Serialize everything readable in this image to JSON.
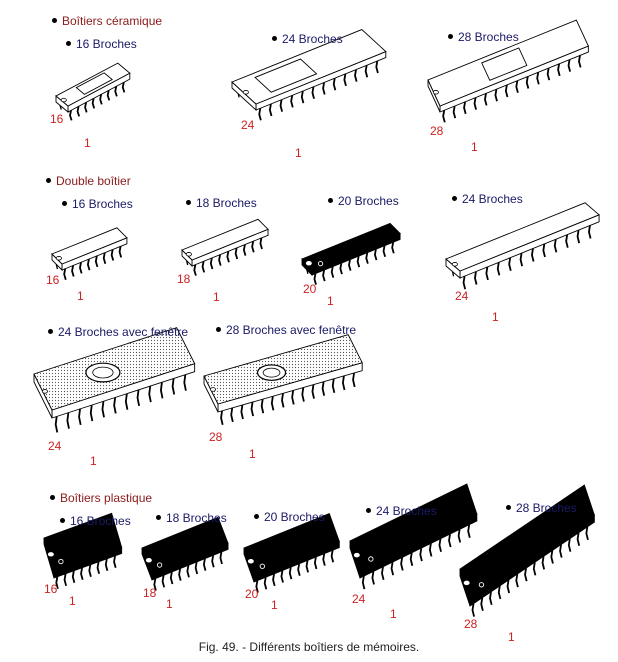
{
  "colors": {
    "heading": "#8b1a1a",
    "label": "#1a1a66",
    "pin_number": "#cc2222",
    "chip_outline": "#000000",
    "plastic": "#000000"
  },
  "sections": [
    {
      "heading": "Boîtiers céramique",
      "packages": [
        {
          "label": "16 Broches",
          "pin_high": "16",
          "pin_low": "1"
        },
        {
          "label": "24 Broches",
          "pin_high": "24",
          "pin_low": "1"
        },
        {
          "label": "28 Broches",
          "pin_high": "28",
          "pin_low": "1"
        }
      ]
    },
    {
      "heading": "Double boîtier",
      "packages": [
        {
          "label": "16 Broches",
          "pin_high": "16",
          "pin_low": "1"
        },
        {
          "label": "18 Broches",
          "pin_high": "18",
          "pin_low": "1"
        },
        {
          "label": "20 Broches",
          "pin_high": "20",
          "pin_low": "1"
        },
        {
          "label": "24 Broches",
          "pin_high": "24",
          "pin_low": "1"
        }
      ]
    },
    {
      "heading": "",
      "packages": [
        {
          "label": "24 Broches avec fenêtre",
          "pin_high": "24",
          "pin_low": "1"
        },
        {
          "label": "28 Broches avec fenêtre",
          "pin_high": "28",
          "pin_low": "1"
        }
      ]
    },
    {
      "heading": "Boîtiers plastique",
      "packages": [
        {
          "label": "16 Broches",
          "pin_high": "16",
          "pin_low": "1"
        },
        {
          "label": "18 Broches",
          "pin_high": "18",
          "pin_low": "1"
        },
        {
          "label": "20 Broches",
          "pin_high": "20",
          "pin_low": "1"
        },
        {
          "label": "24 Broches",
          "pin_high": "24",
          "pin_low": "1"
        },
        {
          "label": "28 Broches",
          "pin_high": "28",
          "pin_low": "1"
        }
      ]
    }
  ],
  "caption": "Fig. 49. - Différents boîtiers de mémoires."
}
